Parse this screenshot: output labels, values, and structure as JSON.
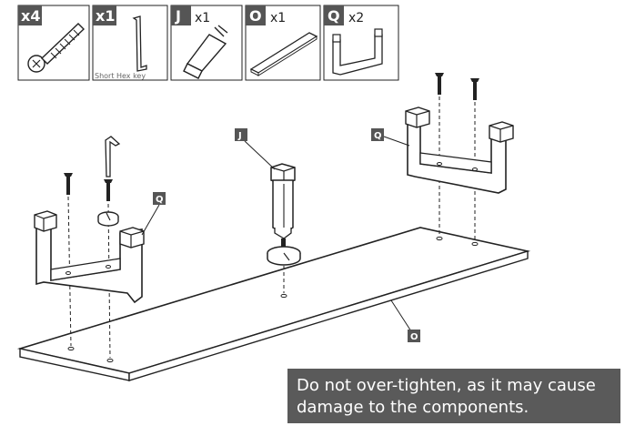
{
  "parts": [
    {
      "tag": "x4",
      "count": ""
    },
    {
      "tag": "x1",
      "count": "",
      "caption": "Short Hex key"
    },
    {
      "tag": "J",
      "count": "x1"
    },
    {
      "tag": "O",
      "count": "x1"
    },
    {
      "tag": "Q",
      "count": "x2"
    }
  ],
  "callouts": {
    "left_bracket": "Q",
    "right_bracket": "Q",
    "leg": "J",
    "panel": "O"
  },
  "warning": {
    "line1": "Do not over-tighten, as it may cause",
    "line2": "damage to the components."
  },
  "colors": {
    "label_bg": "#555555",
    "stroke": "#222222",
    "warning_bg": "#5a5a5a"
  }
}
